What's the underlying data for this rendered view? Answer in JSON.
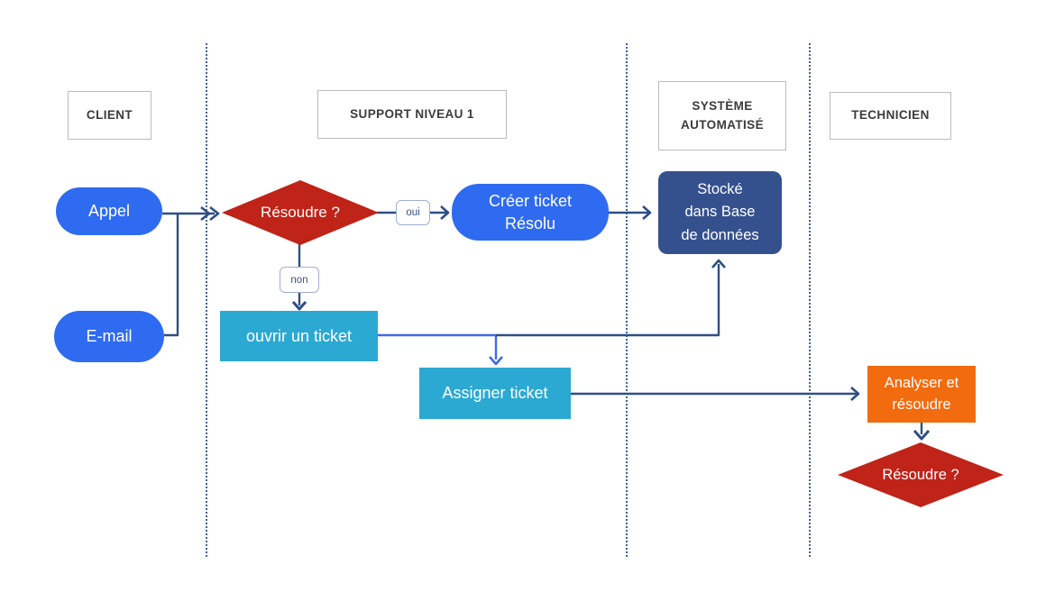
{
  "lanes": [
    {
      "label": "CLIENT"
    },
    {
      "label": "SUPPORT NIVEAU 1"
    },
    {
      "label": "SYSTÈME\nAUTOMATISÉ"
    },
    {
      "label": "TECHNICIEN"
    }
  ],
  "nodes": {
    "appel": {
      "label": "Appel"
    },
    "email": {
      "label": "E-mail"
    },
    "resoudre1": {
      "label": "Résoudre ?"
    },
    "creer_ticket": {
      "label": "Créer ticket\nRésolu"
    },
    "stocke_bd": {
      "label": "Stocké\ndans Base\nde données"
    },
    "ouvrir_ticket": {
      "label": "ouvrir un ticket"
    },
    "assigner_ticket": {
      "label": "Assigner ticket"
    },
    "analyser": {
      "label": "Analyser et\nrésoudre"
    },
    "resoudre2": {
      "label": "Résoudre ?"
    }
  },
  "edge_labels": {
    "oui": "oui",
    "non": "non"
  },
  "edges": [
    {
      "from": "appel",
      "to": "resoudre1"
    },
    {
      "from": "email",
      "to": "resoudre1"
    },
    {
      "from": "resoudre1",
      "to": "creer_ticket",
      "label": "oui"
    },
    {
      "from": "resoudre1",
      "to": "ouvrir_ticket",
      "label": "non"
    },
    {
      "from": "creer_ticket",
      "to": "stocke_bd"
    },
    {
      "from": "ouvrir_ticket",
      "to": "assigner_ticket"
    },
    {
      "from": "ouvrir_ticket",
      "to": "stocke_bd"
    },
    {
      "from": "assigner_ticket",
      "to": "analyser"
    },
    {
      "from": "analyser",
      "to": "resoudre2"
    }
  ],
  "colors": {
    "pill_blue": "#2F6BF0",
    "cyan": "#2BA9D2",
    "dark_navy_box": "#34518E",
    "orange": "#F26B0E",
    "decision_red": "#C02318",
    "connector_navy": "#2E4E87",
    "connector_blue": "#4169E8",
    "edge_label_border": "#9FAFD4",
    "lane_divider": "#3d5fa5",
    "header_border": "#bcbcbc",
    "header_text": "#3b3b3b"
  }
}
